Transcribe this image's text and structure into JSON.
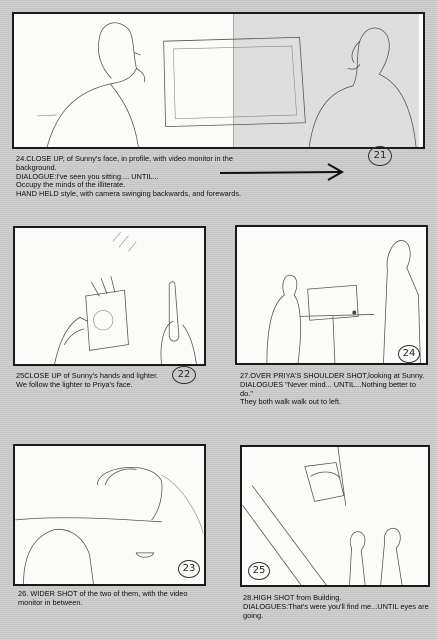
{
  "panels": [
    {
      "shot_number": "21",
      "caption": "24.CLOSE UP, of Sunny's face, in profile, with video monitor in the background.\nDIALOGUE:I've seen you sitting.... UNTIL...\nOccupy the minds of the illiterate.\nHAND HELD style, with camera swinging backwards, and forewards."
    },
    {
      "shot_number": "22",
      "caption": "25CLOSE UP of Sunny's hands and lighter.\nWe follow the lighter to Priya's face."
    },
    {
      "shot_number": "24",
      "caption": "27.OVER PRIYA'S SHOULDER SHOT,looking at Sunny.\nDIALOGUES \"Never mind... UNTIL...Nothing better to do.\"\nThey both walk walk out to left."
    },
    {
      "shot_number": "23",
      "caption": "26. WIDER SHOT of the two of them, with the video monitor in between."
    },
    {
      "shot_number": "25",
      "caption": "28.HIGH SHOT  from Building.\nDIALOGUES:That's were you'll find me...UNTIL eyes are going."
    }
  ]
}
